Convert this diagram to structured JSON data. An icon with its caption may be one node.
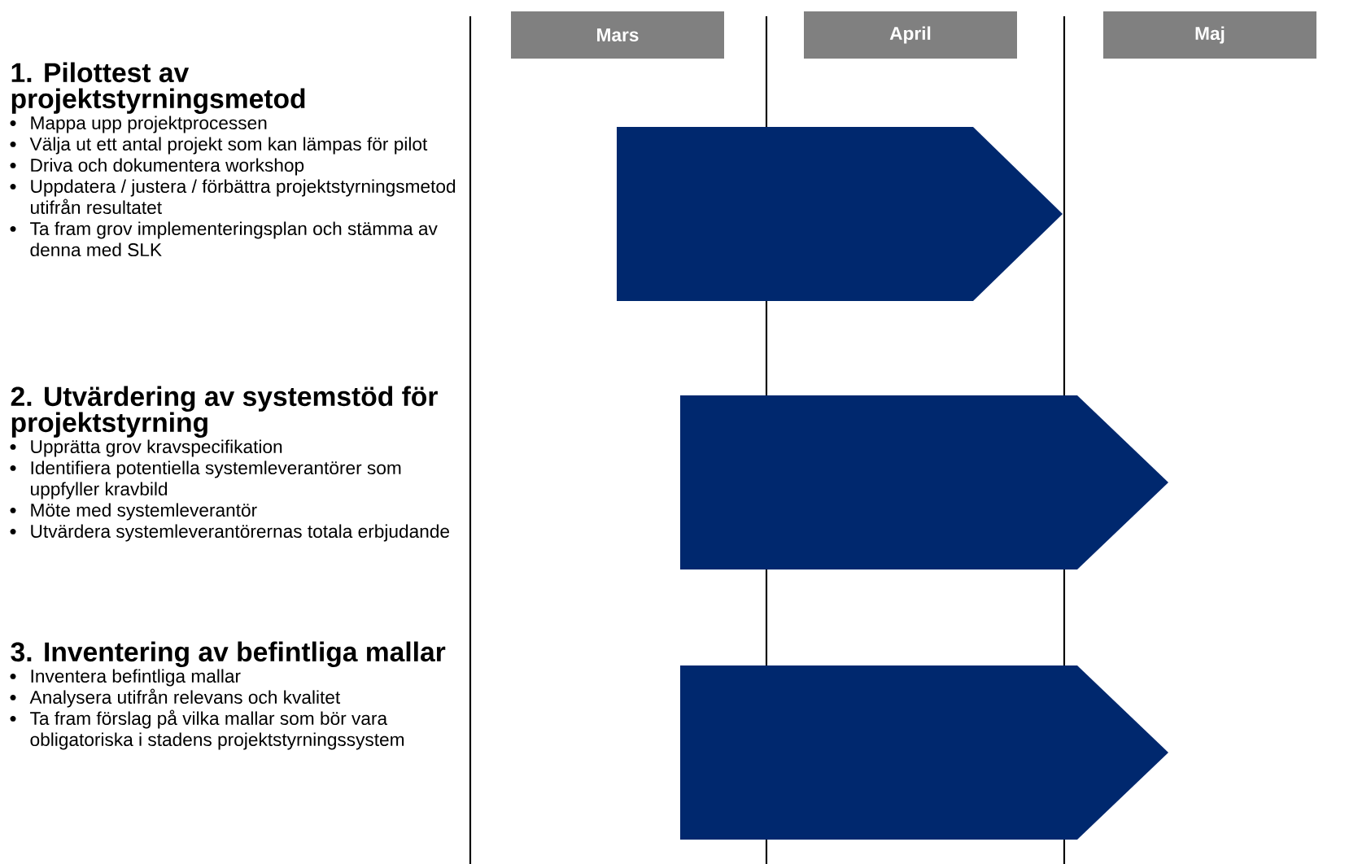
{
  "diagram": {
    "nodes": [
      {
        "text": [
          "Mars"
        ]
      },
      {
        "text": [
          "April"
        ]
      },
      {
        "text": [
          "Maj"
        ]
      },
      {
        "text": [],
        "shape": "arrow"
      },
      {
        "text": [],
        "shape": "arrow"
      },
      {
        "text": [],
        "shape": "arrow"
      }
    ],
    "labels": [
      "1. Pilottest av projektstyrningsmetod",
      "Mappa upp projektprocessen",
      "Välja ut ett antal projekt som kan lämpas för pilot",
      "Driva och dokumentera workshop",
      "Uppdatera / justera / förbättra projektstyrningsmetod utifrån resultatet",
      "Ta fram grov implementeringsplan och stämma av denna med SLK",
      "2. Utvärdering av systemstöd för projektstyrning",
      "Upprätta grov kravspecifikation",
      "Identifiera potentiella systemleverantörer som uppfyller kravbild",
      "Möte med systemleverantör",
      "Utvärdera systemleverantörernas totala erbjudande",
      "3. Inventering av befintliga mallar",
      "Inventera befintliga mallar",
      "Analysera utifrån relevans och kvalitet",
      "Ta fram förslag på vilka mallar som bör vara obligatoriska i stadens projektstyrningssystem"
    ]
  }
}
